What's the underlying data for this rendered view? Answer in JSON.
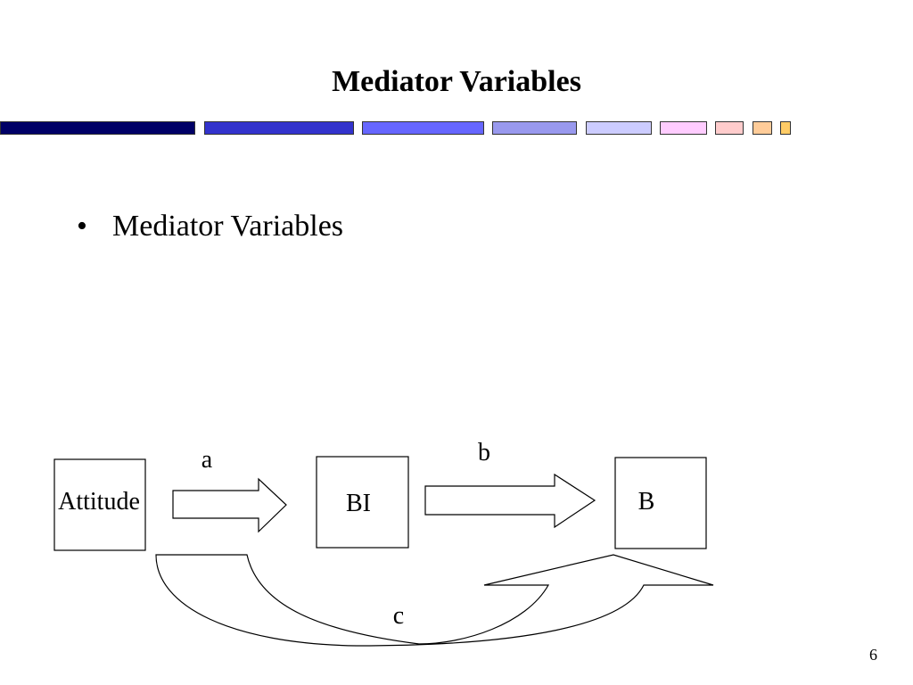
{
  "slide": {
    "title": "Mediator Variables",
    "bullets": [
      {
        "symbol": "•",
        "text": "Mediator Variables"
      }
    ],
    "page_number": "6"
  },
  "decor": {
    "bar_colors": [
      "#000066",
      "#3333cc",
      "#6666ff",
      "#9999ee",
      "#ccccff",
      "#ffccff",
      "#ffcccc",
      "#ffcc99",
      "#ffcc66"
    ]
  },
  "diagram": {
    "boxes": {
      "attitude": "Attitude",
      "bi": "BI",
      "b": "B"
    },
    "paths": {
      "a": "a",
      "b": "b",
      "c": "c"
    }
  }
}
